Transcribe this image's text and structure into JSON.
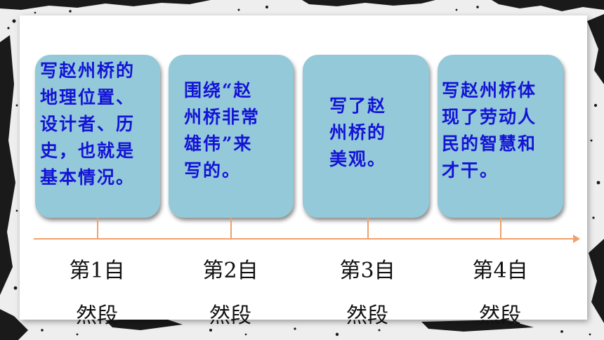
{
  "cards": [
    "写赵州桥的地理位置、设计者、历史，也就是基本情况。",
    "围绕“赵州桥非常雄伟”来写的。",
    "写了赵州桥的美观。",
    "写赵州桥体现了劳动人民的智慧和才干。"
  ],
  "card_lines": [
    [
      "写赵州桥的",
      "地理位置、",
      "设计者、历",
      "史，也就是",
      "基本情况。"
    ],
    [
      "围绕“赵",
      "州桥非常",
      "雄伟”来",
      "写的。"
    ],
    [
      "写了赵",
      "州桥的",
      "美观。"
    ],
    [
      "写赵州桥体",
      "现了劳动人",
      "民的智慧和",
      "才干。"
    ]
  ],
  "segments": [
    {
      "line1": "第1自",
      "line2": "然段"
    },
    {
      "line1": "第2自",
      "line2": "然段"
    },
    {
      "line1": "第3自",
      "line2": "然段"
    },
    {
      "line1": "第4自",
      "line2": "然段"
    }
  ],
  "colors": {
    "card_fill": "#93c9d9",
    "card_text": "#1414d6",
    "timeline": "#f0a06a",
    "label_text": "#111111"
  }
}
